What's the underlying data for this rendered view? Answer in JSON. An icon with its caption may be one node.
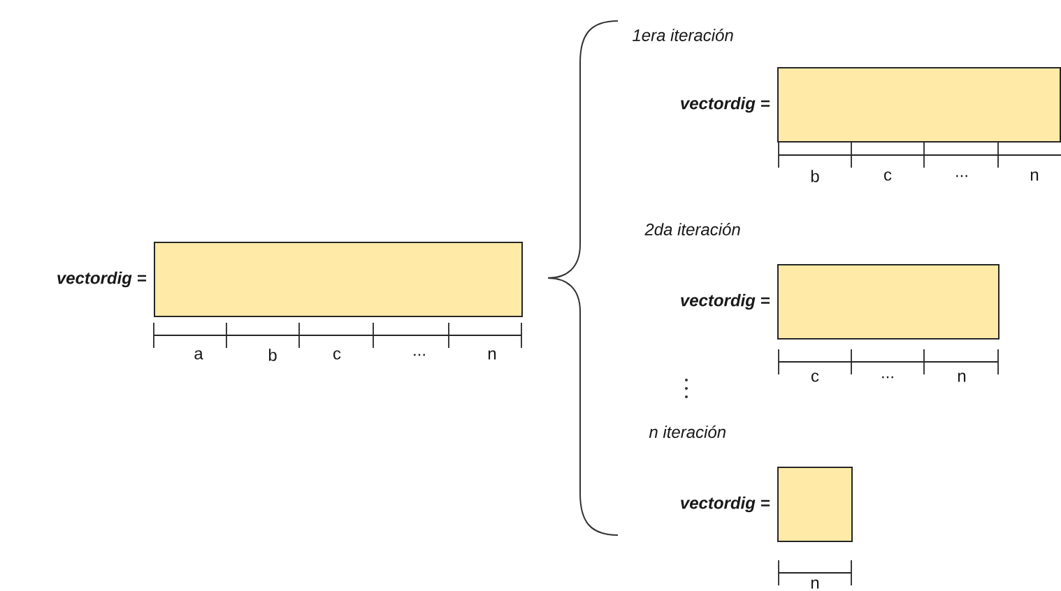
{
  "diagram": {
    "nodes": [
      {
        "text": [],
        "shape": "box",
        "beside": [
          "vectordig ="
        ]
      },
      {
        "text": [],
        "shape": "box",
        "beside": [
          "vectordig ="
        ]
      },
      {
        "text": [],
        "shape": "box",
        "beside": [
          "vectordig ="
        ]
      },
      {
        "text": [],
        "shape": "box",
        "beside": [
          "vectordig ="
        ]
      }
    ],
    "labels": [
      "a",
      "b",
      "c",
      "...",
      "n",
      "1era iteración",
      "b",
      "c",
      "...",
      "n",
      "2da iteración",
      "c",
      "...",
      "n",
      "n iteración",
      "n"
    ]
  }
}
